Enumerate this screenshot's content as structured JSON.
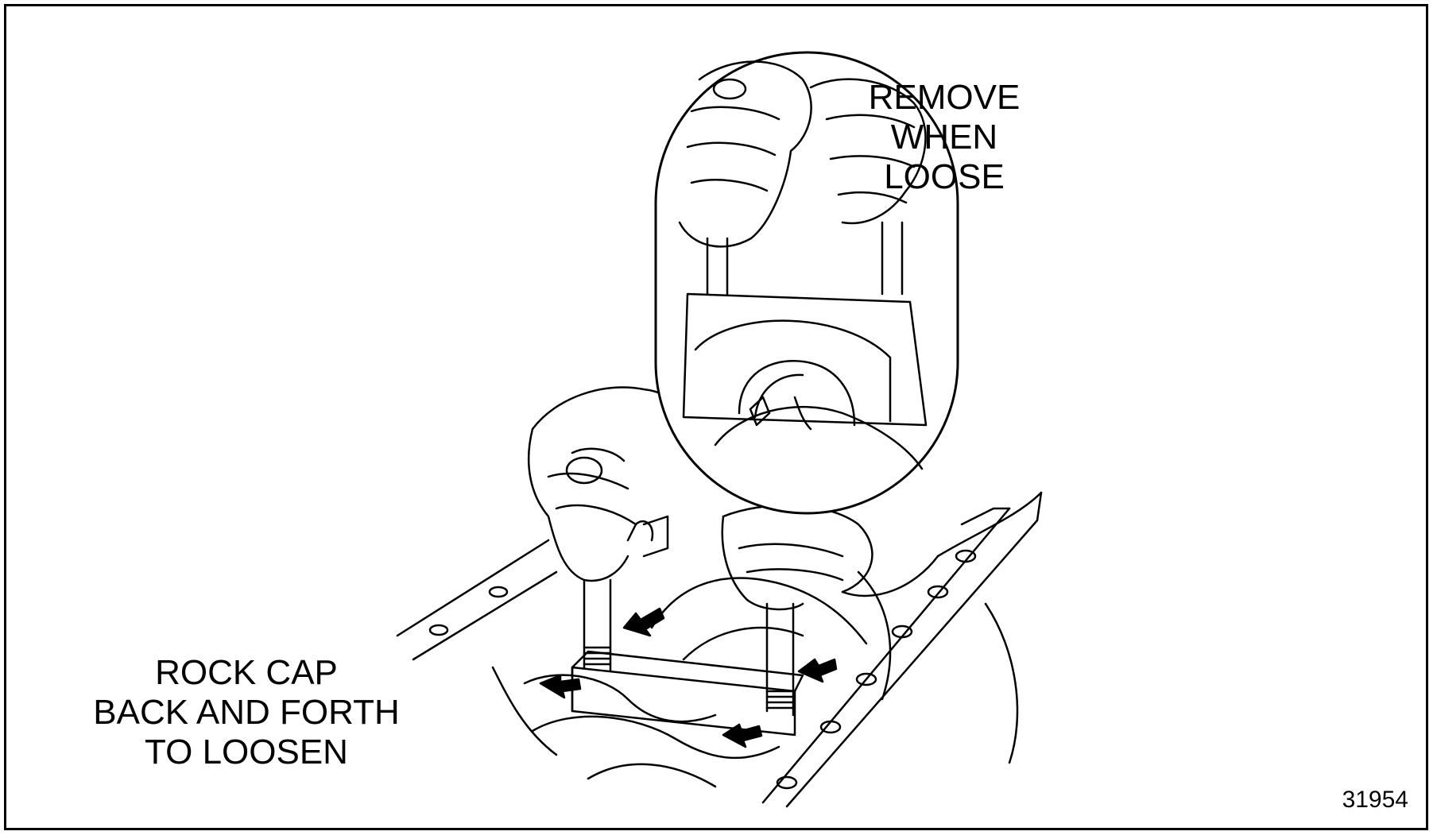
{
  "callouts": {
    "remove": [
      "REMOVE",
      "WHEN",
      "LOOSE"
    ],
    "rock": [
      "ROCK CAP",
      "BACK AND FORTH",
      "TO LOOSEN"
    ]
  },
  "figure_number": "31954"
}
